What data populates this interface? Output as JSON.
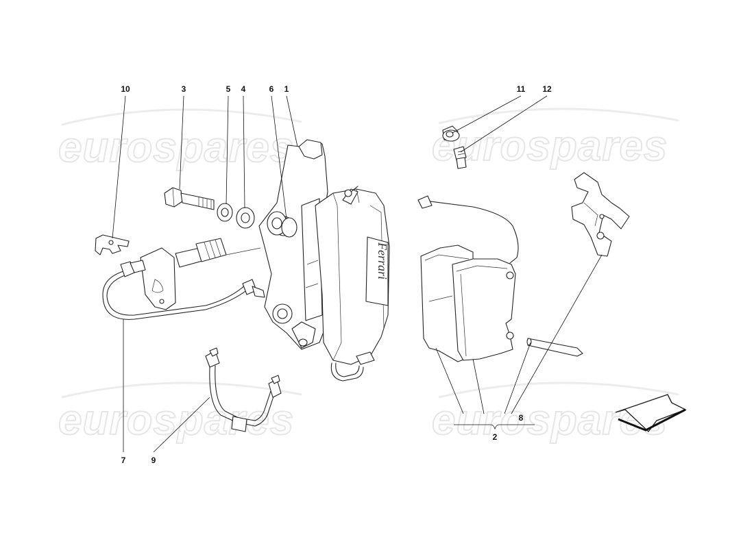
{
  "watermark": {
    "text": "eurospares"
  },
  "callouts": {
    "c10": "10",
    "c3": "3",
    "c5": "5",
    "c4": "4",
    "c6": "6",
    "c1": "1",
    "c11": "11",
    "c12": "12",
    "c7": "7",
    "c9": "9",
    "c2": "2",
    "c8": "8"
  },
  "caliper_marking": "Ferrari"
}
